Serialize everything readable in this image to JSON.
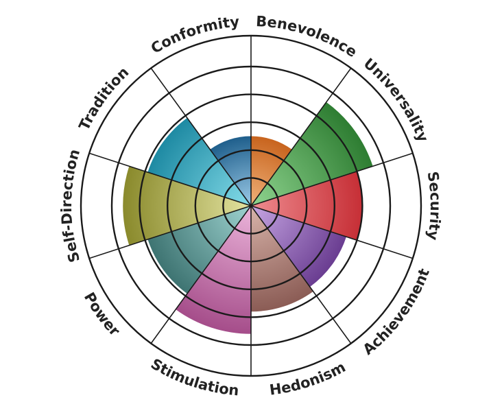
{
  "chart_data": {
    "type": "polar-area",
    "max_value": 5,
    "rings": [
      1,
      2,
      3,
      4,
      5
    ],
    "grid": true,
    "legend": "none",
    "categories": [
      {
        "label": "Benevolence",
        "value": 2.5,
        "color": "#c8641e",
        "light": "#f0b27a"
      },
      {
        "label": "Universality",
        "value": 4.6,
        "color": "#2e7d32",
        "light": "#8fd48f"
      },
      {
        "label": "Security",
        "value": 4.0,
        "color": "#c62f36",
        "light": "#ef8c90"
      },
      {
        "label": "Achievement",
        "value": 3.6,
        "color": "#6a3d91",
        "light": "#c6a6e3"
      },
      {
        "label": "Hedonism",
        "value": 3.8,
        "color": "#8b5c55",
        "light": "#d8b4aa"
      },
      {
        "label": "Stimulation",
        "value": 4.6,
        "color": "#a54d8a",
        "light": "#ecb5db"
      },
      {
        "label": "Power",
        "value": 3.9,
        "color": "#3e7472",
        "light": "#9ed3d0"
      },
      {
        "label": "Self-Direction",
        "value": 4.6,
        "color": "#8a8a2c",
        "light": "#e3e3a0"
      },
      {
        "label": "Tradition",
        "value": 3.9,
        "color": "#1e8aa3",
        "light": "#84dce9"
      },
      {
        "label": "Conformity",
        "value": 2.5,
        "color": "#1f5f8c",
        "light": "#9ccbe8"
      }
    ]
  }
}
